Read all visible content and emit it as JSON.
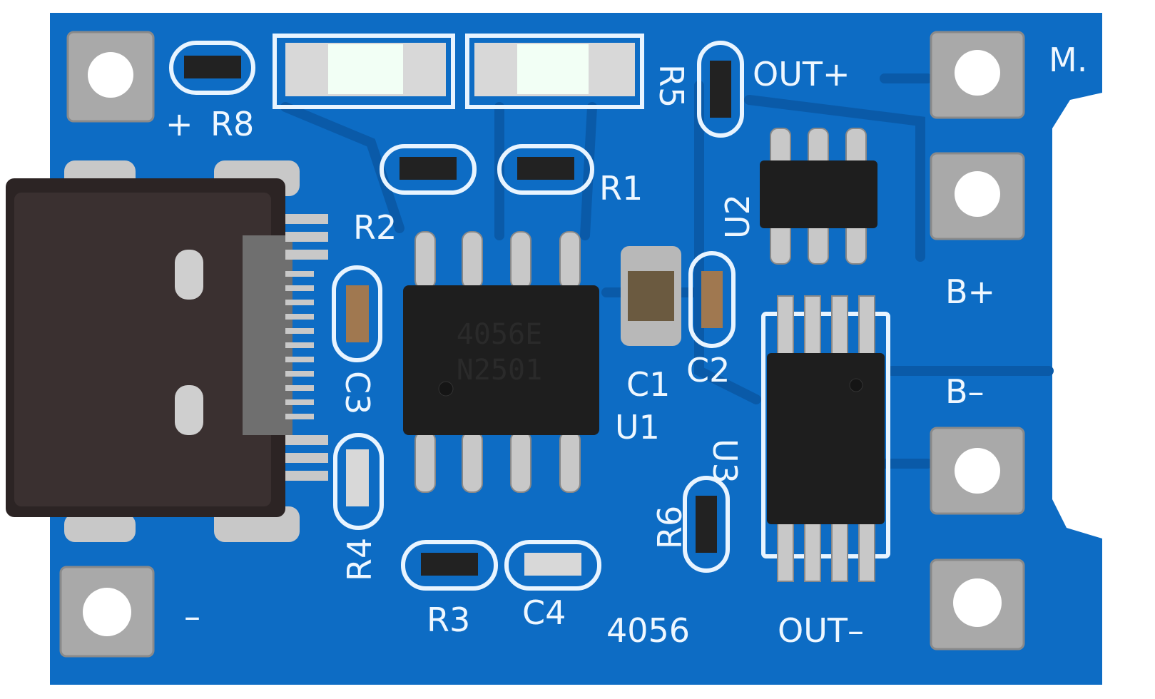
{
  "board": {
    "colors": {
      "pcb": "#0d6cc4",
      "silkscreen": "#eef7ff",
      "chip": "#1e1e1e",
      "pad": "#a9a9a9"
    },
    "labels": {
      "m": "M.",
      "out_plus": "OUT+",
      "out_minus": "OUT–",
      "r5": "R5",
      "r8": "R8",
      "plus": "+",
      "minus": "–",
      "r1": "R1",
      "r2": "R2",
      "u2": "U2",
      "b_plus": "B+",
      "b_minus": "B–",
      "c1": "C1",
      "c2": "C2",
      "c3": "C3",
      "u1": "U1",
      "u3": "U3",
      "r6": "R6",
      "r4": "R4",
      "r3": "R3",
      "c4": "C4",
      "board_name": "4056"
    },
    "u1_marking": {
      "line1": "4056E",
      "line2": "N2501"
    }
  }
}
